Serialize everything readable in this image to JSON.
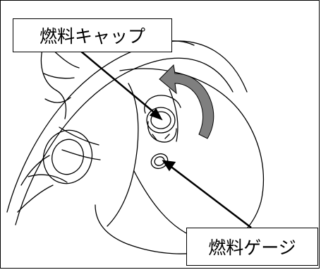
{
  "labels": {
    "fuel_cap": "燃料キャップ",
    "fuel_gauge": "燃料ゲージ"
  },
  "colors": {
    "line": "#000000",
    "rotation_arrow": "#7f7f7f",
    "background": "#ffffff"
  },
  "icons": {
    "rotation_arrow": "curved-arrow-counterclockwise"
  }
}
